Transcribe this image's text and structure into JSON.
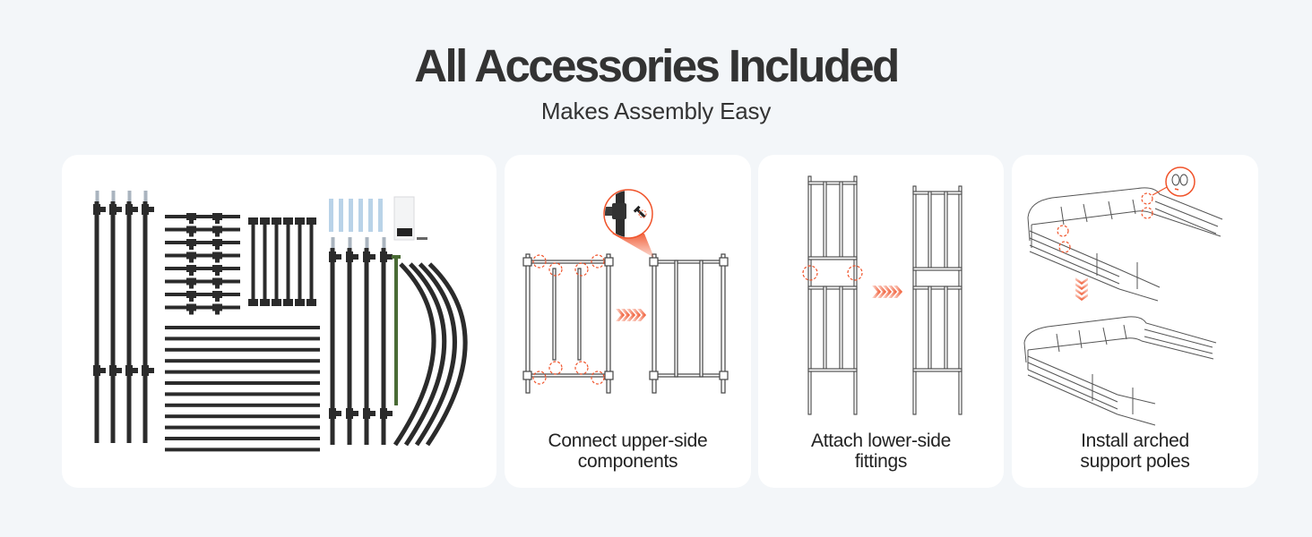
{
  "header": {
    "title": "All Accessories Included",
    "subtitle": "Makes Assembly Easy"
  },
  "cards": [
    {
      "id": "accessories",
      "image": "accessories-kit-illustration",
      "caption": ""
    },
    {
      "id": "step-1",
      "image": "upper-side-assembly-diagram",
      "caption_line1": "Connect upper-side",
      "caption_line2": "components"
    },
    {
      "id": "step-2",
      "image": "lower-side-fittings-diagram",
      "caption_line1": "Attach lower-side",
      "caption_line2": "fittings"
    },
    {
      "id": "step-3",
      "image": "arched-support-poles-diagram",
      "caption_line1": "Install arched",
      "caption_line2": "support poles"
    }
  ],
  "colors": {
    "background": "#f3f6f9",
    "card": "#ffffff",
    "text": "#333333",
    "pipe": "#2b2b2b",
    "accent": "#f0532a",
    "connector": "#b9d3e8",
    "stake": "#4a6b35"
  }
}
